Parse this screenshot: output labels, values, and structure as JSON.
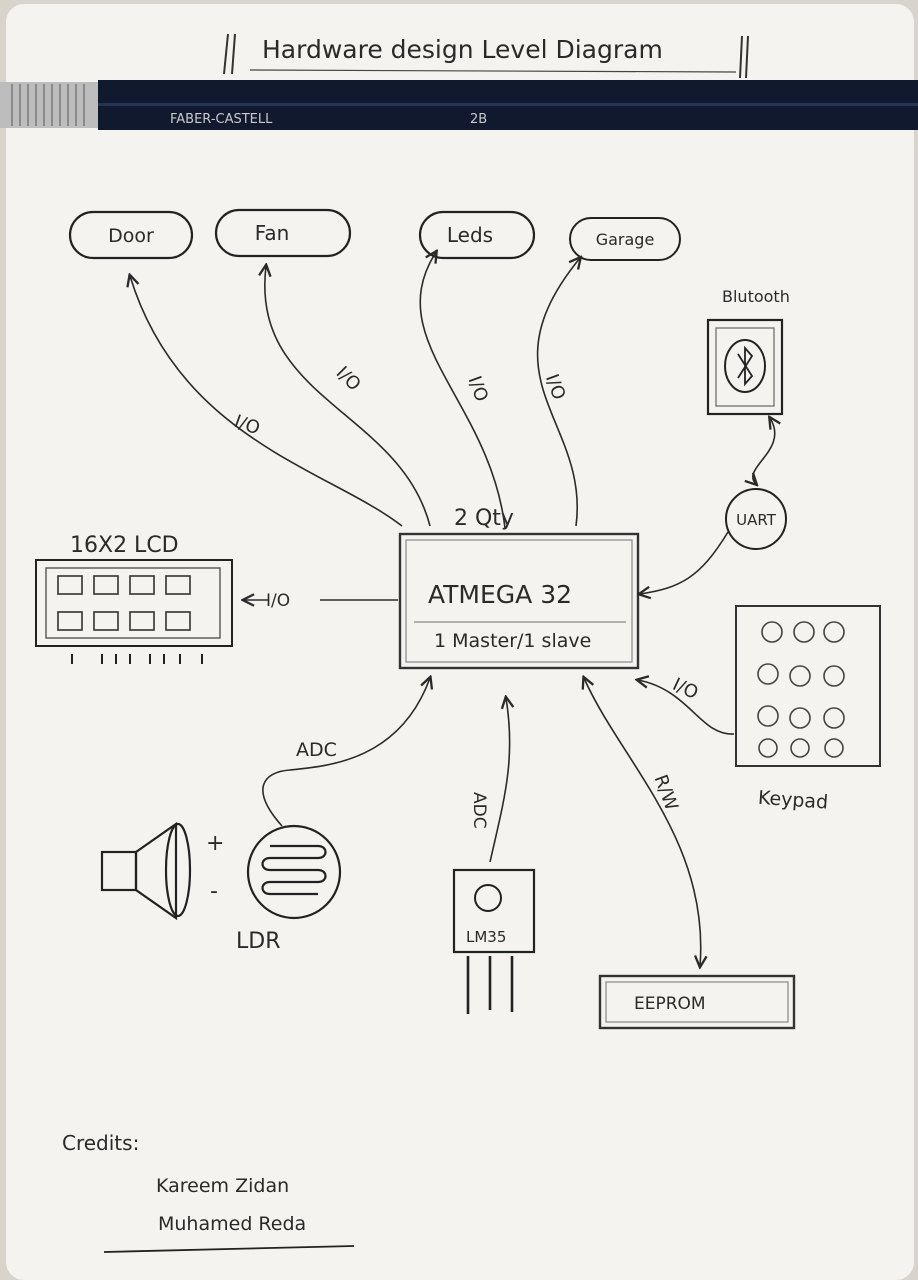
{
  "title": "Hardware design Level Diagram",
  "pencil": {
    "brand": "FABER-CASTELL",
    "grade": "2B"
  },
  "mcu": {
    "name": "ATMEGA 32",
    "config": "1 Master/1 slave",
    "qty": "2 Qty"
  },
  "outputs": [
    {
      "id": "door",
      "label": "Door",
      "link": "I/O"
    },
    {
      "id": "fan",
      "label": "Fan",
      "link": "I/O"
    },
    {
      "id": "leds",
      "label": "Leds",
      "link": "I/O"
    },
    {
      "id": "garage",
      "label": "Garage",
      "link": "I/O"
    }
  ],
  "bluetooth": {
    "label": "Blutooth",
    "link": "UART"
  },
  "lcd": {
    "label": "16X2 LCD",
    "link": "I/O"
  },
  "keypad": {
    "label": "Keypad",
    "link": "I/O"
  },
  "ldr": {
    "label": "LDR",
    "link": "ADC",
    "plus": "+",
    "minus": "-"
  },
  "lm35": {
    "label": "LM35",
    "link": "ADC"
  },
  "eeprom": {
    "label": "EEPROM",
    "link": "R/W"
  },
  "credits": {
    "heading": "Credits:",
    "names": [
      "Kareem Zidan",
      "Muhamed Reda"
    ]
  }
}
